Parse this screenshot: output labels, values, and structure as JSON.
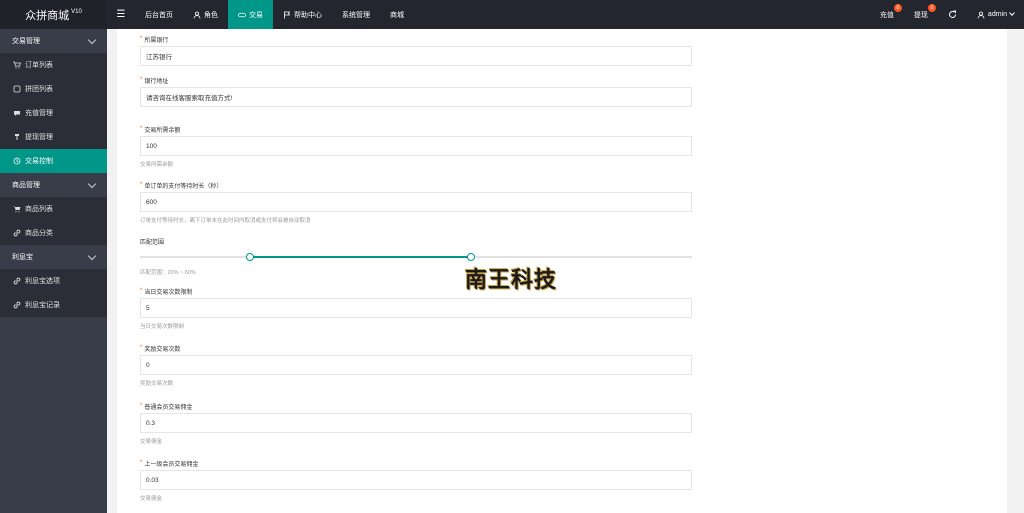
{
  "app": {
    "title": "众拼商城",
    "version": "V10"
  },
  "sidebar": {
    "groups": [
      {
        "label": "交易管理",
        "items": [
          {
            "label": "订单列表",
            "icon": "cart-icon"
          },
          {
            "label": "拼团列表",
            "icon": "group-icon"
          },
          {
            "label": "充值管理",
            "icon": "chat-icon"
          },
          {
            "label": "提现管理",
            "icon": "hammer-icon"
          },
          {
            "label": "交易控制",
            "icon": "clock-icon",
            "active": true
          }
        ]
      },
      {
        "label": "商品管理",
        "items": [
          {
            "label": "商品列表",
            "icon": "cart-icon"
          },
          {
            "label": "商品分类",
            "icon": "link-icon"
          }
        ]
      },
      {
        "label": "利息宝",
        "items": [
          {
            "label": "利息宝选项",
            "icon": "link-icon"
          },
          {
            "label": "利息宝记录",
            "icon": "link-icon"
          }
        ]
      }
    ]
  },
  "topbar": {
    "tabs": [
      {
        "label": "后台首页",
        "icon": ""
      },
      {
        "label": "角色",
        "icon": "user-icon"
      },
      {
        "label": "交易",
        "icon": "exchange-icon",
        "active": true
      },
      {
        "label": "帮助中心",
        "icon": "flag-icon"
      },
      {
        "label": "系统管理",
        "icon": ""
      },
      {
        "label": "商城",
        "icon": ""
      }
    ],
    "recharge": {
      "label": "充值",
      "badge": "0"
    },
    "withdraw": {
      "label": "提现",
      "badge": "0"
    },
    "user": "admin"
  },
  "form": {
    "bank": {
      "label": "所属银行",
      "value": "江苏银行"
    },
    "bank_address": {
      "label": "银行地址",
      "value": "请咨询在线客服索取充值方式!"
    },
    "min_balance": {
      "label": "交易所需余额",
      "value": "100",
      "help": "交易所需余额"
    },
    "pay_wait": {
      "label": "单订单的支付等待时长（秒）",
      "value": "600",
      "help": "订单支付等待时长，离下订单未在此时间内取消或支付将会被自动取消"
    },
    "match_range": {
      "label": "匹配范围",
      "help": "匹配范围：20% ~ 60%",
      "min": 20,
      "max": 60
    },
    "daily_limit": {
      "label": "当日交易次数限制",
      "value": "5",
      "help": "当日交易次数限制"
    },
    "reward_count": {
      "label": "奖励交易次数",
      "value": "0",
      "help": "奖励交易次数"
    },
    "member_commission": {
      "label": "普通会员交易佣金",
      "value": "0.3",
      "help": "交易佣金"
    },
    "upper_commission": {
      "label": "上一级会员交易佣金",
      "value": "0.03",
      "help": "交易佣金"
    }
  },
  "watermark": "南王科技",
  "colors": {
    "accent": "#009688",
    "sidebar": "#393d49",
    "topbar": "#23262e",
    "badge": "#ff5722"
  }
}
